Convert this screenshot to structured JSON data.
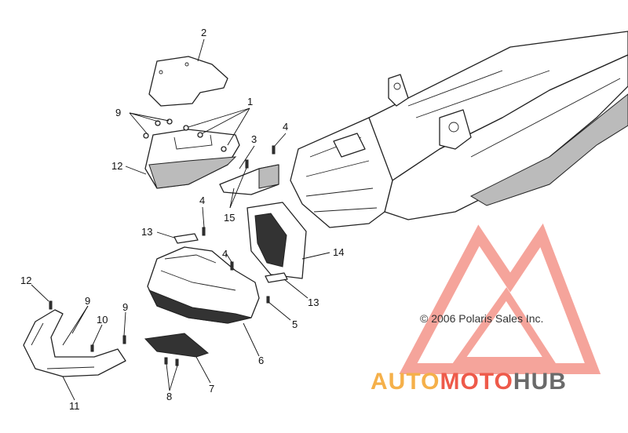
{
  "diagram": {
    "callouts": [
      "1",
      "2",
      "3",
      "4",
      "4",
      "4",
      "5",
      "6",
      "7",
      "8",
      "9",
      "9",
      "9",
      "10",
      "11",
      "12",
      "12",
      "13",
      "13",
      "14",
      "15"
    ],
    "copyright": "© 2006 Polaris Sales Inc."
  },
  "watermark": {
    "part1": "AUTO",
    "part2": "MOTO",
    "part3": "HUB",
    "colors": {
      "orange": "#f5b04a",
      "red": "#ee5a4a",
      "gray": "#6a6a6a"
    }
  }
}
